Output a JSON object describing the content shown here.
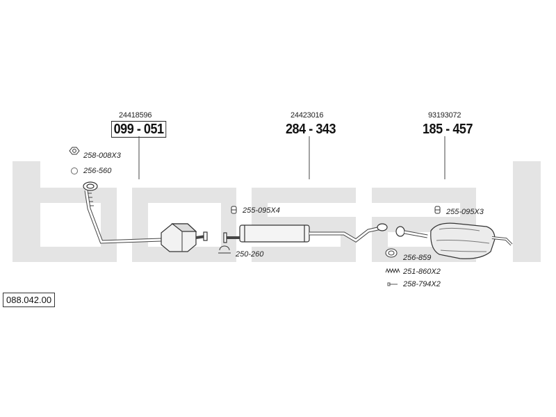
{
  "diagram": {
    "reference": "088.042.00",
    "watermark_color": "#e4e4e4",
    "main_parts": [
      {
        "oe_number": "24418596",
        "part_number": "099 - 051",
        "boxed": true,
        "part": "front-pipe-with-catalyst"
      },
      {
        "oe_number": "24423016",
        "part_number": "284 - 343",
        "boxed": false,
        "part": "middle-silencer"
      },
      {
        "oe_number": "93193072",
        "part_number": "185 - 457",
        "boxed": false,
        "part": "rear-silencer"
      }
    ],
    "accessories": [
      {
        "code": "258-008X3",
        "icon": "nut-icon"
      },
      {
        "code": "256-560",
        "icon": "ring-gasket-icon"
      },
      {
        "code": "255-095X4",
        "icon": "rubber-mount-icon"
      },
      {
        "code": "250-260",
        "icon": "clamp-icon"
      },
      {
        "code": "255-095X3",
        "icon": "rubber-mount-icon"
      },
      {
        "code": "256-859",
        "icon": "gasket-icon"
      },
      {
        "code": "251-860X2",
        "icon": "spring-icon"
      },
      {
        "code": "258-794X2",
        "icon": "bolt-icon"
      }
    ]
  }
}
